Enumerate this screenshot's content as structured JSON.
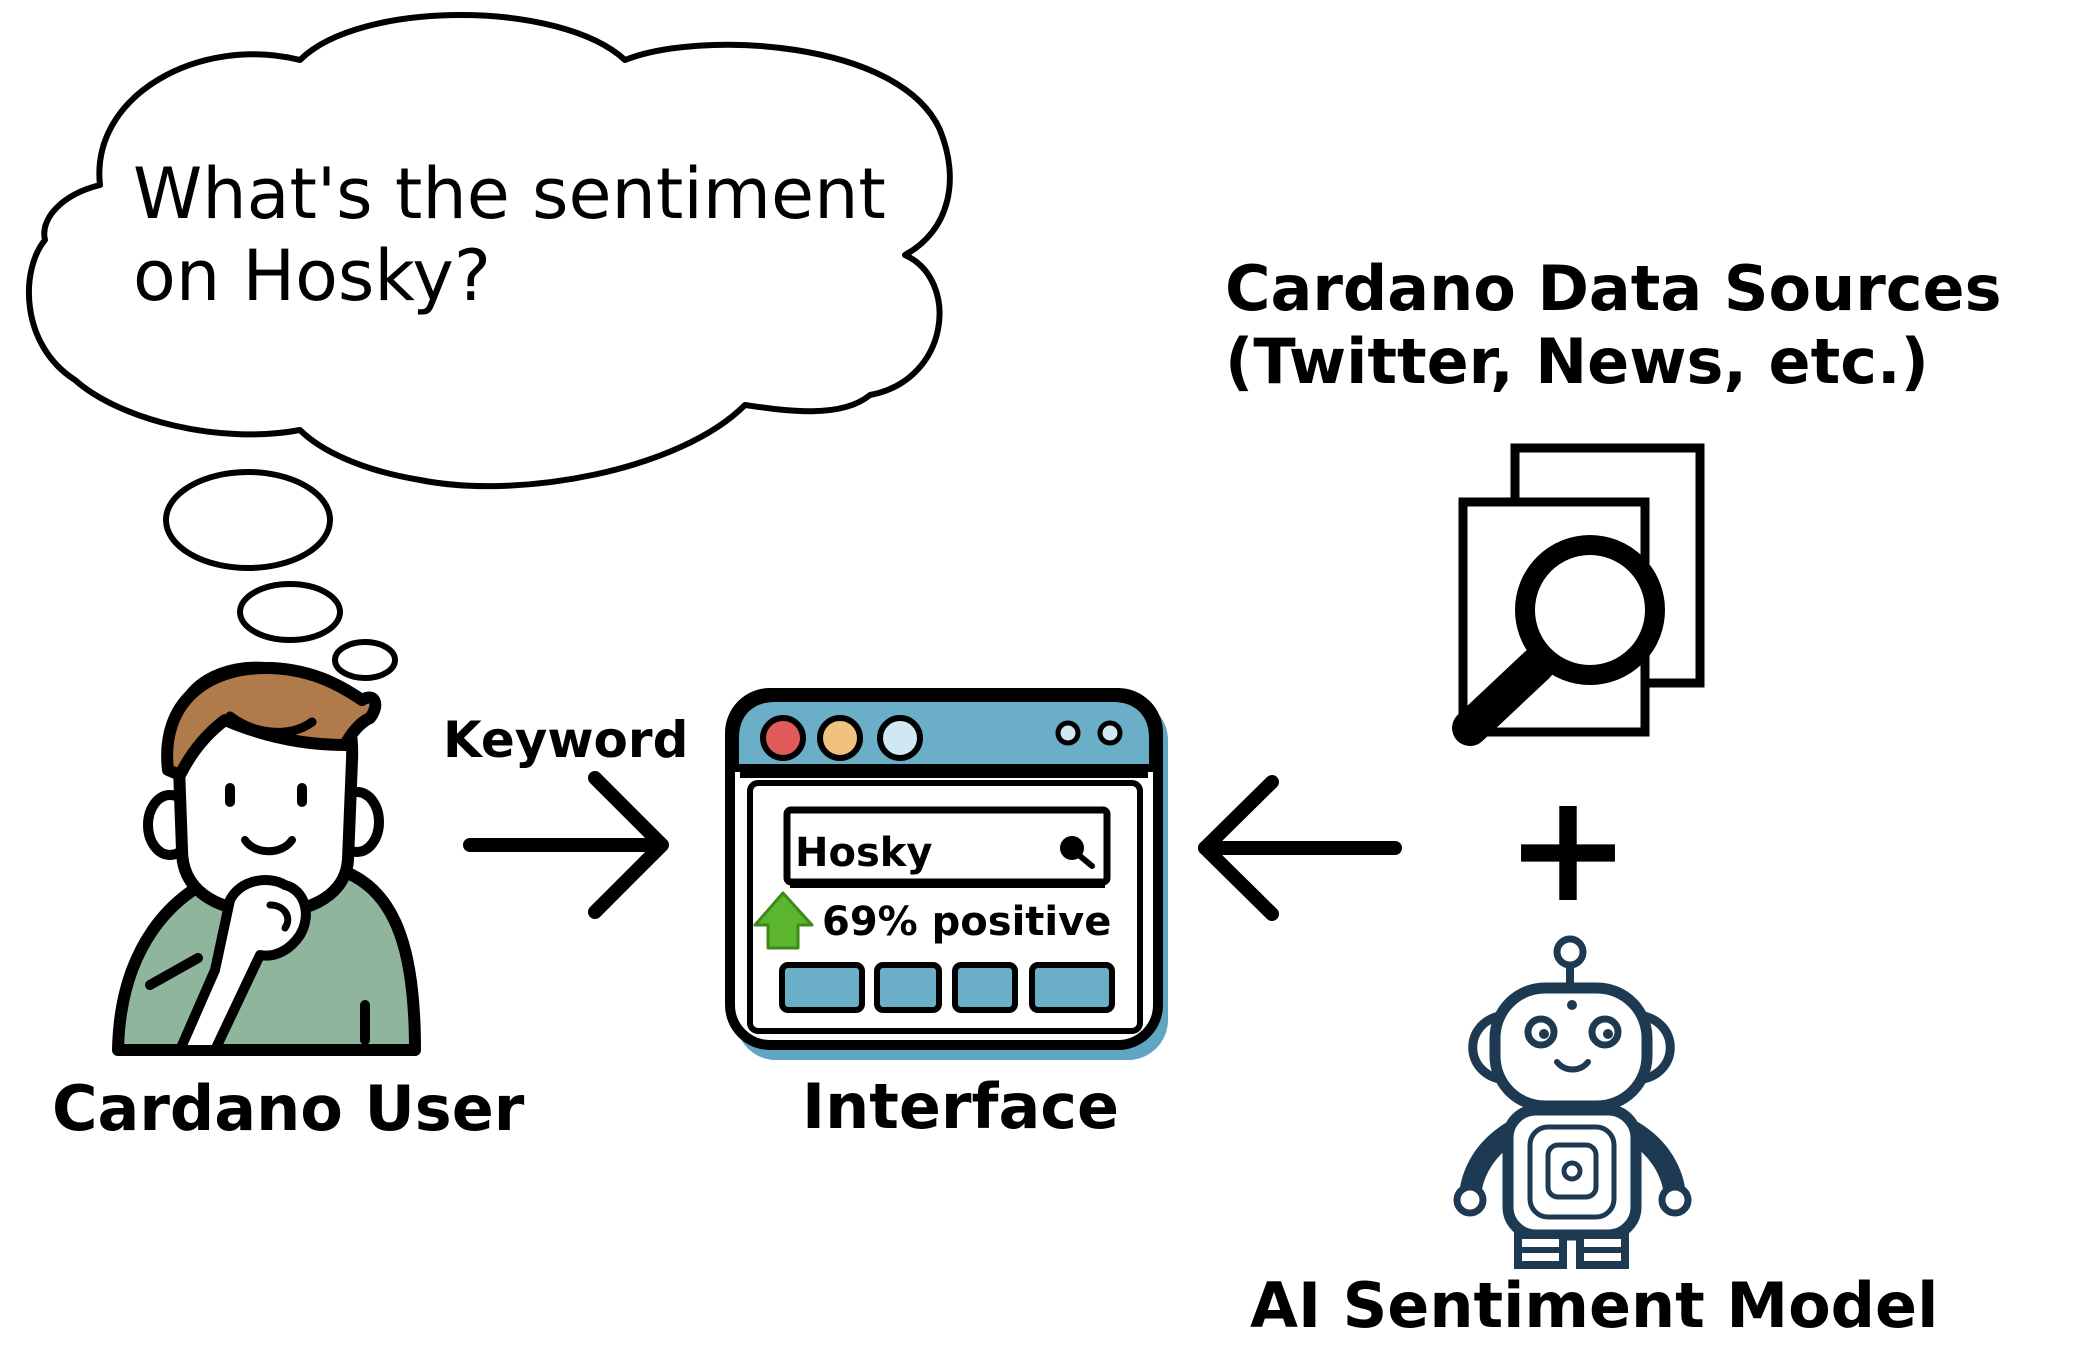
{
  "thought": {
    "line1": "What's the sentiment",
    "line2": "on Hosky?"
  },
  "user": {
    "label": "Cardano User",
    "icon": "thinking-person-icon"
  },
  "arrow_keyword": {
    "label": "Keyword"
  },
  "interface": {
    "label": "Interface",
    "search_value": "Hosky",
    "result_text": "69% positive",
    "result_icon": "up-arrow-icon",
    "window_buttons": [
      "close",
      "minimize",
      "maximize"
    ]
  },
  "sources": {
    "title_line1": "Cardano Data Sources",
    "title_line2": "(Twitter, News, etc.)",
    "icon": "document-search-icon"
  },
  "plus": {
    "symbol": "+"
  },
  "model": {
    "label": "AI Sentiment Model",
    "icon": "robot-icon"
  },
  "colors": {
    "hair": "#b07a4a",
    "shirt": "#8fb59c",
    "window_frame": "#5fa6c3",
    "window_bar": "#6aaec8",
    "btn_red": "#e05a5a",
    "btn_yellow": "#f1c27d",
    "btn_white": "#cfe8f2",
    "arrow_green": "#5cb52e",
    "robot": "#1e3a52",
    "ink": "#000000"
  }
}
